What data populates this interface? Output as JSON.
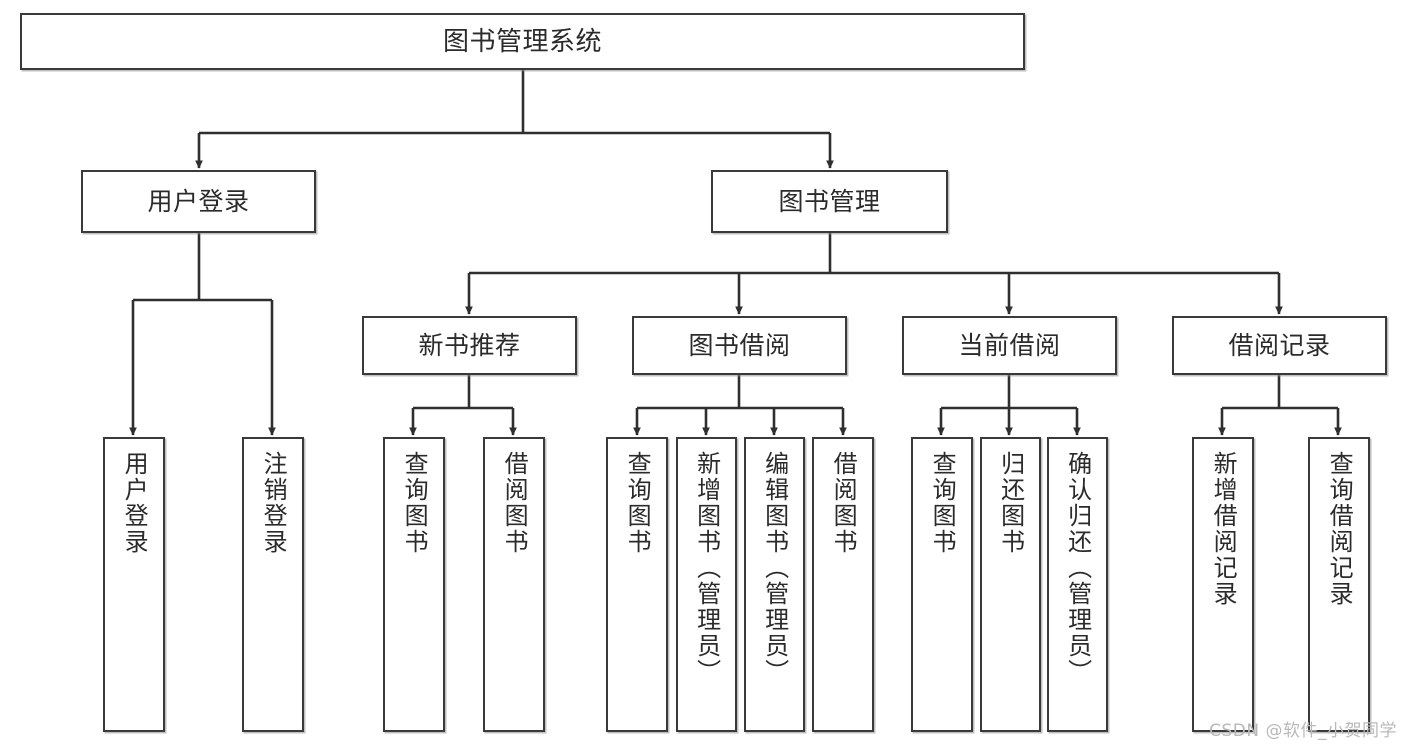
{
  "diagram": {
    "title": "图书管理系统",
    "type": "tree-hierarchy-diagram",
    "watermark": "CSDN @软件_小贺同学",
    "colors": {
      "box_border": "#3a3a3a",
      "box_fill": "#ffffff",
      "connector": "#2f2f2f",
      "text": "#2b2b2b",
      "watermark": "#b9b9b9"
    },
    "root": {
      "id": "root",
      "label": "图书管理系统",
      "orientation": "horizontal"
    },
    "level2": [
      {
        "id": "user-login",
        "label": "用户登录",
        "orientation": "horizontal"
      },
      {
        "id": "book-manage",
        "label": "图书管理",
        "orientation": "horizontal"
      }
    ],
    "level3": [
      {
        "id": "new-book-recommend",
        "label": "新书推荐",
        "orientation": "horizontal",
        "parent": "book-manage"
      },
      {
        "id": "book-borrow",
        "label": "图书借阅",
        "orientation": "horizontal",
        "parent": "book-manage"
      },
      {
        "id": "current-borrow",
        "label": "当前借阅",
        "orientation": "horizontal",
        "parent": "book-manage"
      },
      {
        "id": "borrow-record",
        "label": "借阅记录",
        "orientation": "horizontal",
        "parent": "book-manage"
      }
    ],
    "leaves": [
      {
        "id": "leaf-user-login",
        "label": "用户登录",
        "parent": "user-login",
        "orientation": "vertical"
      },
      {
        "id": "leaf-user-logout",
        "label": "注销登录",
        "parent": "user-login",
        "orientation": "vertical"
      },
      {
        "id": "leaf-query-book-1",
        "label": "查询图书",
        "parent": "new-book-recommend",
        "orientation": "vertical"
      },
      {
        "id": "leaf-borrow-book-1",
        "label": "借阅图书",
        "parent": "new-book-recommend",
        "orientation": "vertical"
      },
      {
        "id": "leaf-query-book-2",
        "label": "查询图书",
        "parent": "book-borrow",
        "orientation": "vertical"
      },
      {
        "id": "leaf-add-book",
        "label": "新增图书（管理员）",
        "parent": "book-borrow",
        "orientation": "vertical"
      },
      {
        "id": "leaf-edit-book",
        "label": "编辑图书（管理员）",
        "parent": "book-borrow",
        "orientation": "vertical"
      },
      {
        "id": "leaf-borrow-book-2",
        "label": "借阅图书",
        "parent": "book-borrow",
        "orientation": "vertical"
      },
      {
        "id": "leaf-query-book-3",
        "label": "查询图书",
        "parent": "current-borrow",
        "orientation": "vertical"
      },
      {
        "id": "leaf-return-book",
        "label": "归还图书",
        "parent": "current-borrow",
        "orientation": "vertical"
      },
      {
        "id": "leaf-confirm-return",
        "label": "确认归还（管理员）",
        "parent": "current-borrow",
        "orientation": "vertical"
      },
      {
        "id": "leaf-add-record",
        "label": "新增借阅记录",
        "parent": "borrow-record",
        "orientation": "vertical"
      },
      {
        "id": "leaf-query-record",
        "label": "查询借阅记录",
        "parent": "borrow-record",
        "orientation": "vertical"
      }
    ]
  }
}
